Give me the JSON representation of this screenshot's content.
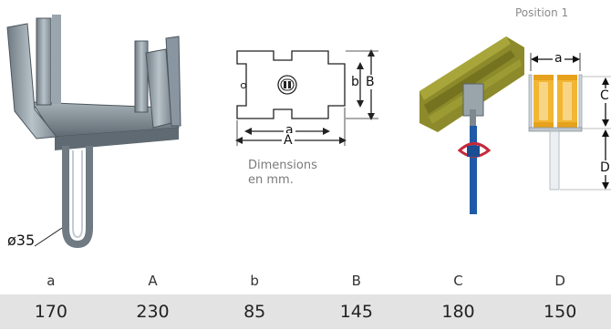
{
  "annotations": {
    "position_label": "Position 1",
    "diameter_label": "ø35",
    "dimensions_note_line1": "Dimensions",
    "dimensions_note_line2": "en mm."
  },
  "diagram_labels": {
    "a": "a",
    "A": "A",
    "b": "b",
    "B": "B",
    "C": "C",
    "D": "D"
  },
  "table": {
    "headers": [
      "a",
      "A",
      "b",
      "B",
      "C",
      "D"
    ],
    "values": [
      "170",
      "230",
      "85",
      "145",
      "180",
      "150"
    ]
  },
  "colors": {
    "metal": "#8f9ba4",
    "beam_yellow": "#f2b632",
    "prop_blue": "#1f5aa8",
    "wood_olive": "#8c8a2a",
    "table_bg": "#e3e3e3"
  }
}
